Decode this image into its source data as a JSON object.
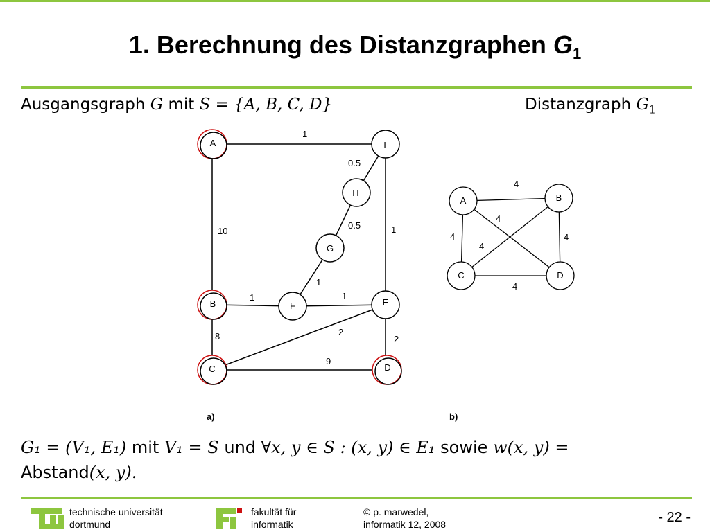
{
  "slide": {
    "title": "1. Berechnung des Distanzgraphen ",
    "title_symbol": "G",
    "title_subscript": "1"
  },
  "left_caption": {
    "prefix": "Ausgangsgraph ",
    "g": "G",
    "mit": " mit ",
    "set_expr": "S = {A, B, C, D}"
  },
  "right_caption": {
    "prefix": "Distanzgraph ",
    "g": "G",
    "sub": "1"
  },
  "graph_a": {
    "label": "a)",
    "nodes": [
      "A",
      "I",
      "H",
      "G",
      "B",
      "F",
      "E",
      "C",
      "D"
    ],
    "marked_nodes": [
      "A",
      "B",
      "C",
      "D"
    ],
    "edges": [
      {
        "from": "A",
        "to": "I",
        "weight": "1"
      },
      {
        "from": "I",
        "to": "H",
        "weight": "0.5"
      },
      {
        "from": "H",
        "to": "G",
        "weight": "0.5"
      },
      {
        "from": "A",
        "to": "B",
        "weight": "10"
      },
      {
        "from": "I",
        "to": "E",
        "weight": "1"
      },
      {
        "from": "G",
        "to": "F",
        "weight": "1"
      },
      {
        "from": "B",
        "to": "F",
        "weight": "1"
      },
      {
        "from": "F",
        "to": "E",
        "weight": "1"
      },
      {
        "from": "B",
        "to": "C",
        "weight": "8"
      },
      {
        "from": "C",
        "to": "E",
        "weight": "2"
      },
      {
        "from": "E",
        "to": "D",
        "weight": "2"
      },
      {
        "from": "C",
        "to": "D",
        "weight": "9"
      }
    ]
  },
  "graph_b": {
    "label": "b)",
    "nodes": [
      "A",
      "B",
      "C",
      "D"
    ],
    "edges": [
      {
        "from": "A",
        "to": "B",
        "weight": "4"
      },
      {
        "from": "A",
        "to": "C",
        "weight": "4"
      },
      {
        "from": "B",
        "to": "D",
        "weight": "4"
      },
      {
        "from": "C",
        "to": "D",
        "weight": "4"
      },
      {
        "from": "A",
        "to": "D",
        "weight": "4"
      },
      {
        "from": "B",
        "to": "C",
        "weight": "4"
      }
    ]
  },
  "formula": {
    "line1_a": "G₁ = (V₁, E₁)",
    "mit": " mit ",
    "line1_b": "V₁ = S",
    "und": " und ",
    "line1_c": "∀x, y ∈ S : (x, y) ∈ E₁",
    "sowie": " sowie ",
    "line1_d": "w(x, y) =",
    "line2_word": "Abstand",
    "line2_math": "(x, y)."
  },
  "footer": {
    "uni_line1": "technische universität",
    "uni_line2": "dortmund",
    "fak_line1": "fakultät für",
    "fak_line2": "informatik",
    "copy_line1": "© p. marwedel,",
    "copy_line2": "informatik 12,  2008",
    "page": "-  22 -"
  },
  "colors": {
    "accent_green": "#8dc63f",
    "marker_red": "#cc1111",
    "logo_green": "#8dc63f"
  }
}
